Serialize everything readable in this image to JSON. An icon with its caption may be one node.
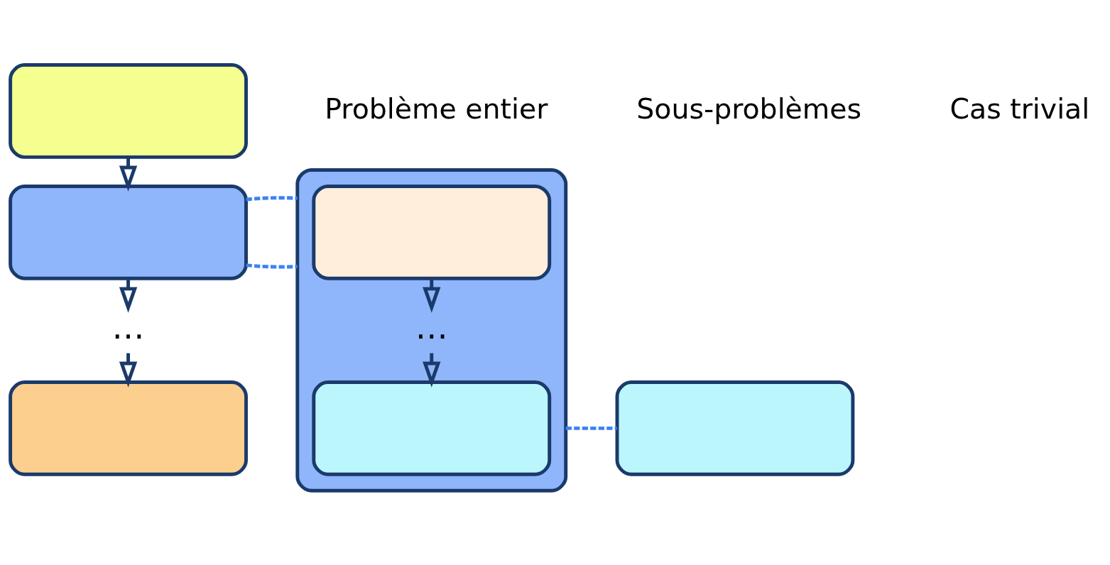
{
  "diagram": {
    "nodes": [
      {
        "text": [],
        "shape": "box"
      },
      {
        "text": [],
        "shape": "box"
      },
      {
        "text": [
          "…"
        ]
      },
      {
        "text": [],
        "shape": "box"
      },
      {
        "text": [],
        "shape": "box"
      },
      {
        "text": [],
        "shape": "box",
        "in": 4
      },
      {
        "text": [
          "…"
        ],
        "in": 4
      },
      {
        "text": [],
        "shape": "box",
        "in": 4
      },
      {
        "text": [],
        "shape": "box"
      }
    ],
    "edges": [
      {
        "from": 0,
        "to": 1,
        "arrow": "to"
      },
      {
        "from": 1,
        "to": 2,
        "arrow": "to"
      },
      {
        "from": 2,
        "to": 3,
        "arrow": "to"
      },
      {
        "from": 1,
        "to": 4,
        "arrow": "none",
        "style": "dashed",
        "color": "#3b82f6"
      },
      {
        "from": 1,
        "to": 4,
        "arrow": "none",
        "style": "dashed",
        "color": "#3b82f6"
      },
      {
        "from": 5,
        "to": 6,
        "arrow": "to"
      },
      {
        "from": 6,
        "to": 7,
        "arrow": "to"
      },
      {
        "from": 4,
        "to": 8,
        "arrow": "none",
        "style": "dashed",
        "color": "#3b82f6"
      }
    ],
    "labels": [
      "Problème entier",
      "Sous-problèmes",
      "Cas trivial"
    ]
  }
}
